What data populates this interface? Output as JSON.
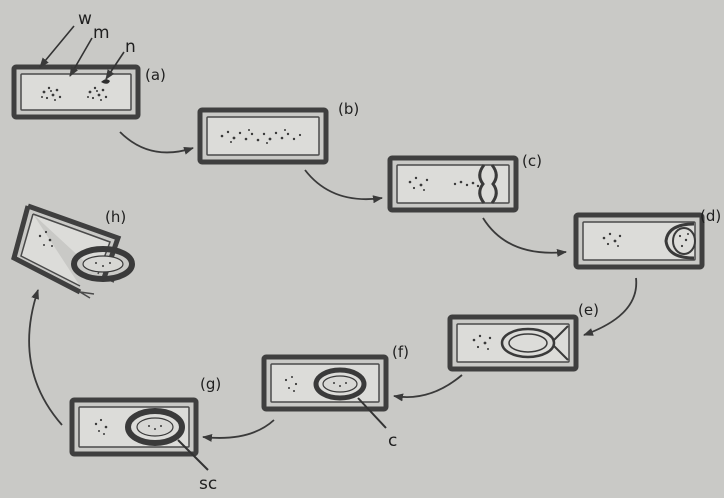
{
  "figure": {
    "stage_labels": [
      "(a)",
      "(b)",
      "(c)",
      "(d)",
      "(e)",
      "(f)",
      "(g)",
      "(h)"
    ],
    "part_labels": {
      "wall": "w",
      "membrane": "m",
      "nucleus": "n",
      "cyst": "c",
      "spore_coat": "sc"
    }
  }
}
